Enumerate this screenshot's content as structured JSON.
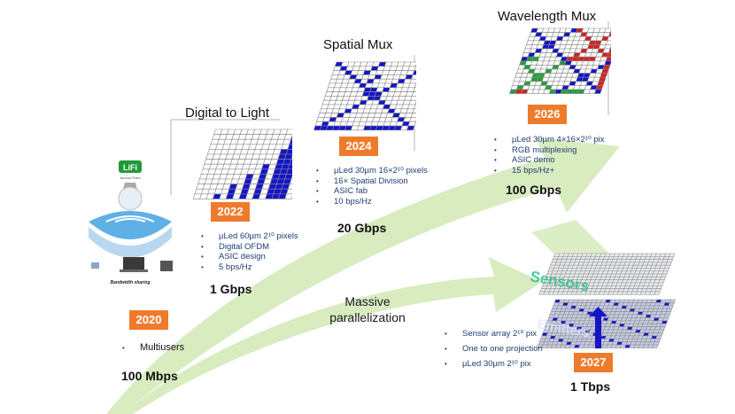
{
  "stages": [
    {
      "year": "2020",
      "bullets": [
        "Multiusers"
      ],
      "speed": "100 Mbps",
      "image": {
        "logo_text": "LiFi",
        "logo_caption": "Access Point",
        "caption": "Bandwidth sharing"
      }
    },
    {
      "year": "2022",
      "title": "Digital to Light",
      "bullets": [
        "µLed 60µm 2¹⁰ pixels",
        "Digital OFDM",
        "ASIC design",
        "5 bps/Hz"
      ],
      "speed": "1 Gbps"
    },
    {
      "year": "2024",
      "title": "Spatial Mux",
      "bullets": [
        "µLed 30µm 16×2¹⁰ pixels",
        "16× Spatial Division",
        "ASIC fab",
        "10 bps/Hz"
      ],
      "speed": "20 Gbps"
    },
    {
      "year": "2026",
      "title": "Wavelength Mux",
      "bullets": [
        "µLed 30µm 4×16×2¹⁰ pix",
        "RGB multiplexing",
        "ASIC demo",
        "15 bps/Hz+"
      ],
      "speed": "100 Gbps"
    },
    {
      "year": "2027",
      "bullets": [
        "Sensor array 2¹⁰ pix",
        "One to one projection",
        "µLed 30µm 2¹⁰ pix"
      ],
      "speed": "1 Tbps",
      "image": {
        "top_label": "Sensors",
        "bottom_label": "Emitters"
      }
    }
  ],
  "arrow_label": "Massive parallelization",
  "colors": {
    "arrow": "#d8ecc0",
    "year_badge": "#ee7b2c",
    "bullet_text": "#1f3d73",
    "grid_blue": "#1414c8",
    "grid_line": "#8a8a8a"
  }
}
